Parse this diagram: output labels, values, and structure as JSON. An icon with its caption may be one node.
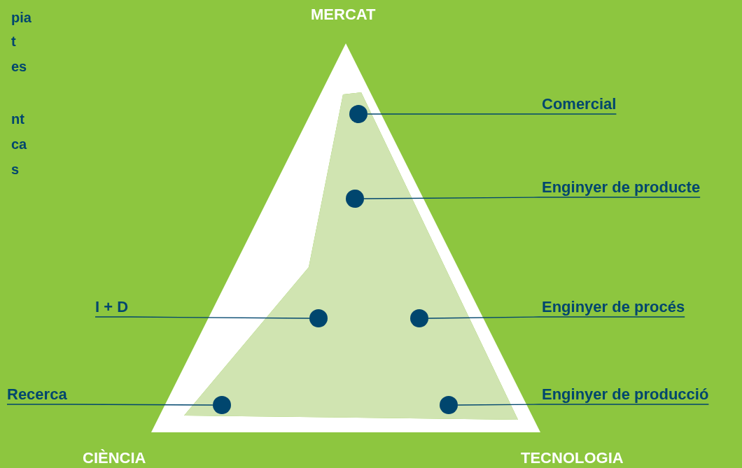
{
  "diagram": {
    "nodes": [
      {
        "text": [
          "Comercial"
        ]
      },
      {
        "text": [
          "Enginyer de producte"
        ]
      },
      {
        "text": [
          "I + D"
        ]
      },
      {
        "text": [
          "Enginyer de procés"
        ]
      },
      {
        "text": [
          "Recerca"
        ]
      },
      {
        "text": [
          "Enginyer de producció"
        ]
      },
      {
        "text": [],
        "shape": "circle"
      },
      {
        "text": [],
        "shape": "circle"
      },
      {
        "text": [],
        "shape": "circle"
      },
      {
        "text": [],
        "shape": "circle"
      },
      {
        "text": [],
        "shape": "circle"
      },
      {
        "text": [],
        "shape": "circle"
      }
    ],
    "edges": [
      {
        "from": 0,
        "to": 6,
        "arrow": "none"
      },
      {
        "from": 1,
        "to": 7,
        "arrow": "none"
      },
      {
        "from": 2,
        "to": 8,
        "arrow": "none"
      },
      {
        "from": 3,
        "to": 9,
        "arrow": "none"
      },
      {
        "from": 4,
        "to": 10,
        "arrow": "none"
      },
      {
        "from": 5,
        "to": 11,
        "arrow": "none"
      }
    ],
    "labels": [
      "pia",
      "t",
      "es",
      "nt",
      "ca",
      "s",
      "MERCAT",
      "CIÈNCIA",
      "TECNOLOGIA"
    ]
  }
}
